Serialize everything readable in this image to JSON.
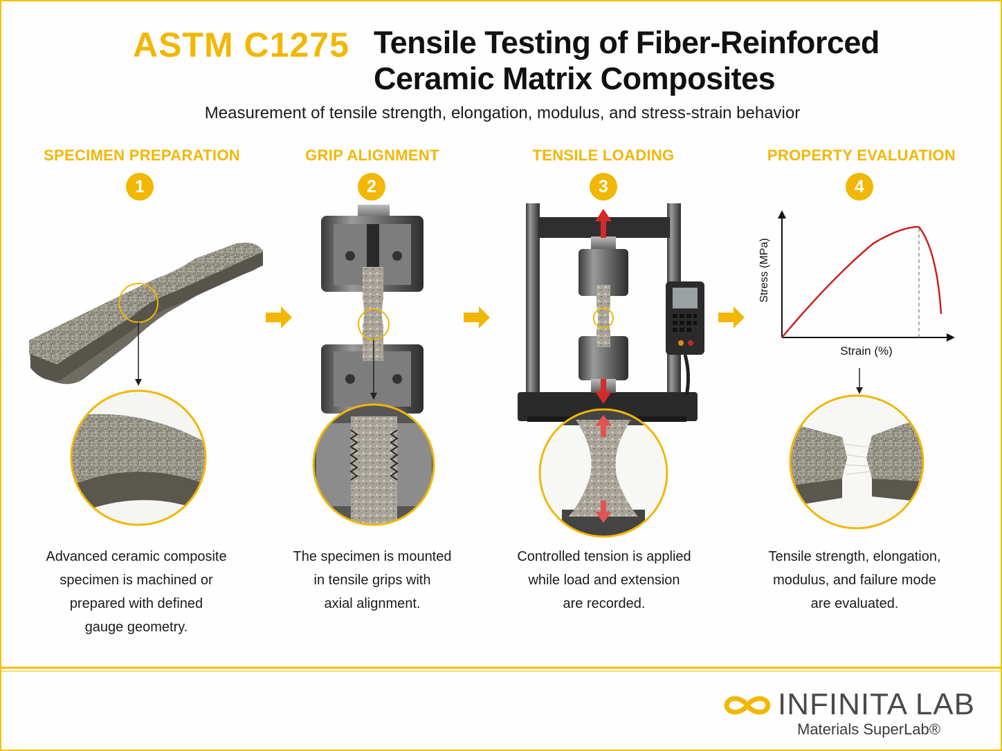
{
  "header": {
    "code": "ASTM C1275",
    "title_line1": "Tensile Testing of Fiber-Reinforced",
    "title_line2": "Ceramic Matrix Composites",
    "subtitle": "Measurement of tensile strength, elongation, modulus, and stress-strain behavior"
  },
  "steps": [
    {
      "number": "1",
      "title": "SPECIMEN PREPARATION",
      "desc": [
        "Advanced ceramic composite",
        "specimen is machined or",
        "prepared with defined",
        "gauge geometry."
      ]
    },
    {
      "number": "2",
      "title": "GRIP ALIGNMENT",
      "desc": [
        "The specimen is mounted",
        "in tensile grips with",
        "axial alignment."
      ]
    },
    {
      "number": "3",
      "title": "TENSILE LOADING",
      "desc": [
        "Controlled tension is applied",
        "while load and extension",
        "are recorded."
      ]
    },
    {
      "number": "4",
      "title": "PROPERTY EVALUATION",
      "desc": [
        "Tensile strength, elongation,",
        "modulus, and failure mode",
        "are evaluated."
      ]
    }
  ],
  "chart": {
    "ylabel": "Stress (MPa)",
    "xlabel": "Strain (%)"
  },
  "footer": {
    "brand": "INFINITA LAB",
    "tagline": "Materials SuperLab®"
  },
  "colors": {
    "accent": "#f2b705",
    "curve": "#cc1f1f",
    "load_arrow": "#d42a2a"
  }
}
